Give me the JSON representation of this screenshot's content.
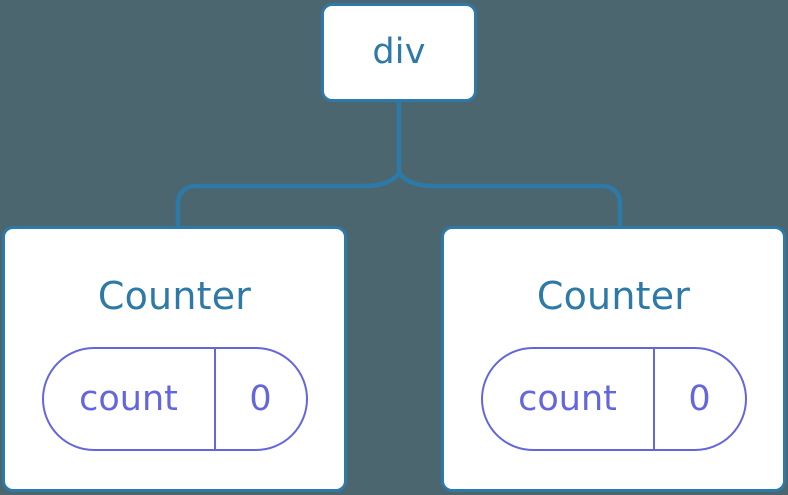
{
  "diagram": {
    "type": "component-tree",
    "background_color": "#4c6670",
    "node_fill_color": "#ffffff",
    "node_border_color": "#2d79a8",
    "node_label_color": "#2d79a8",
    "connector_color": "#2d79a8",
    "state_pill_color": "#6366dd",
    "root": {
      "label": "div"
    },
    "children": [
      {
        "label": "Counter",
        "state": {
          "key": "count",
          "value": "0"
        }
      },
      {
        "label": "Counter",
        "state": {
          "key": "count",
          "value": "0"
        }
      }
    ]
  }
}
